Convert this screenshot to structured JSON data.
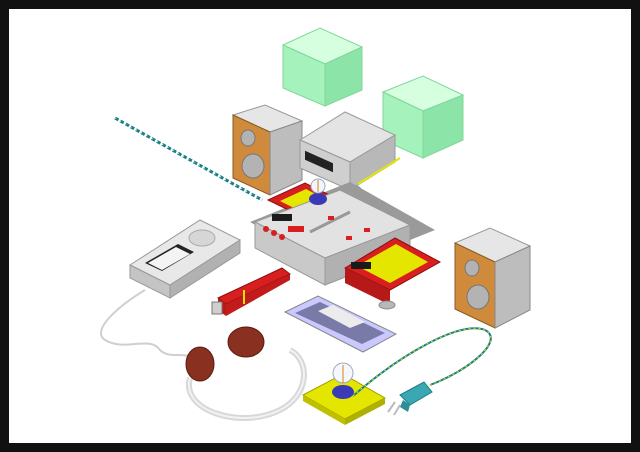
{
  "illustration": {
    "kind": "isometric-3d-render",
    "background_color": "#ffffff",
    "frame_color": "#111111",
    "colors": {
      "red": "#d81e1e",
      "grey": "#d4d4d4",
      "wood": "#cf8a3c",
      "glass_green": "#9ff2b4",
      "yellow_pad": "#e4e600",
      "bulb_blue": "#3a3ab6",
      "plug_teal": "#3aa7b3",
      "cable_teal": "#1b7f86",
      "earcup": "#8a3020"
    },
    "objects": [
      {
        "name": "green-cube-left",
        "icon": "glass-cube"
      },
      {
        "name": "green-cube-right",
        "icon": "glass-cube"
      },
      {
        "name": "speaker-left",
        "icon": "speaker"
      },
      {
        "name": "speaker-right",
        "icon": "speaker"
      },
      {
        "name": "disc-player",
        "icon": "cd-player"
      },
      {
        "name": "mixer-console",
        "icon": "dj-mixer"
      },
      {
        "name": "mp3-player",
        "icon": "portable-player"
      },
      {
        "name": "headphones",
        "icon": "headphones"
      },
      {
        "name": "usb-stick",
        "icon": "usb-drive"
      },
      {
        "name": "euro-banknote",
        "icon": "banknote"
      },
      {
        "name": "desk-lamp",
        "icon": "light-bulb"
      },
      {
        "name": "power-plug",
        "icon": "plug"
      },
      {
        "name": "antenna-cable",
        "icon": "cable"
      }
    ]
  }
}
